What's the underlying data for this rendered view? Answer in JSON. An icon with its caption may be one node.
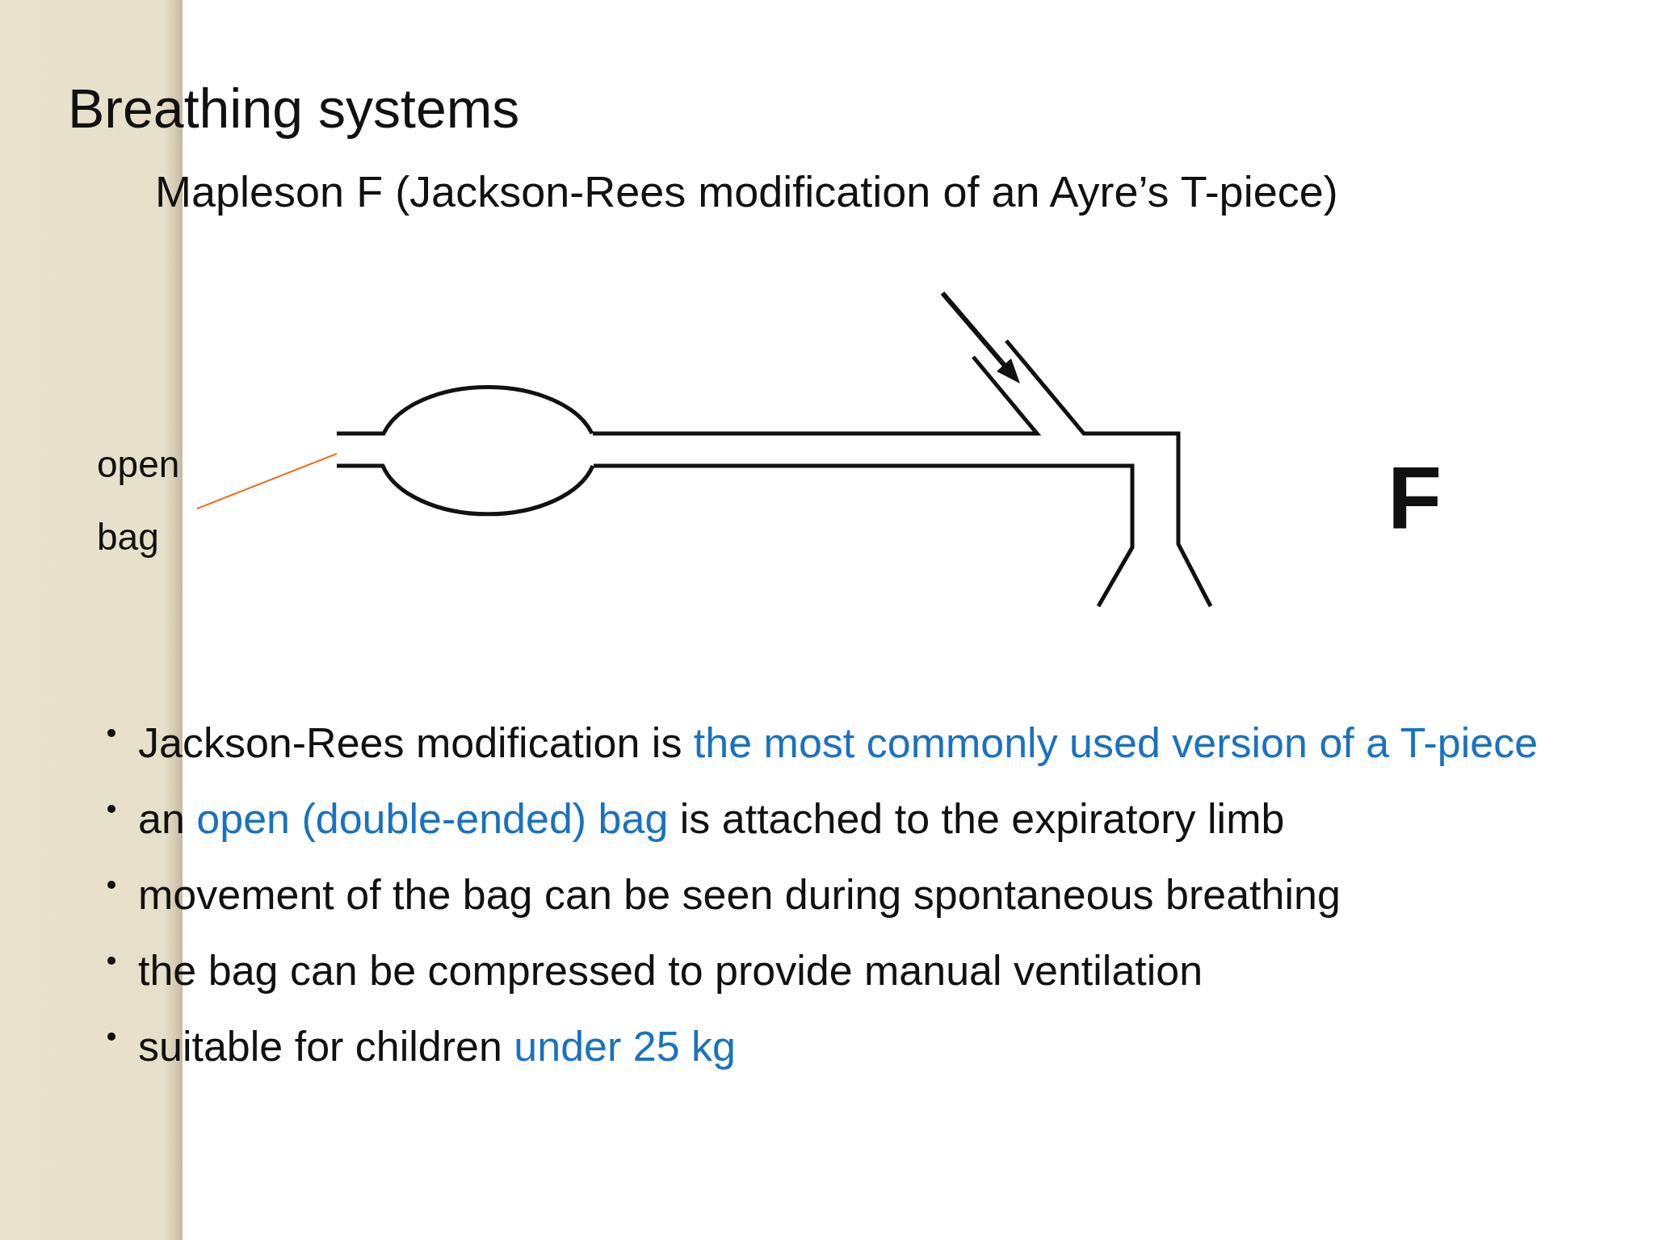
{
  "diagram": {
    "title": "Breathing systems",
    "nodes": [
      {
        "text": [
          "open bag"
        ]
      },
      {
        "text": [],
        "shape": "picture"
      }
    ],
    "edges": [
      {
        "from": 0,
        "to": 1,
        "arrow": "none",
        "color": "#e8731f"
      }
    ],
    "labels": [
      "Mapleson F (Jackson-Rees modification of an Ayre’s T-piece)",
      "F",
      "Jackson-Rees modification is **the most commonly used version of a T-piece**",
      "an **open (double-ended) bag** is attached to the expiratory limb",
      "movement of the bag can be seen during spontaneous breathing",
      "the bag can be compressed to provide manual ventilation",
      "suitable for children **under 25 kg**"
    ]
  }
}
